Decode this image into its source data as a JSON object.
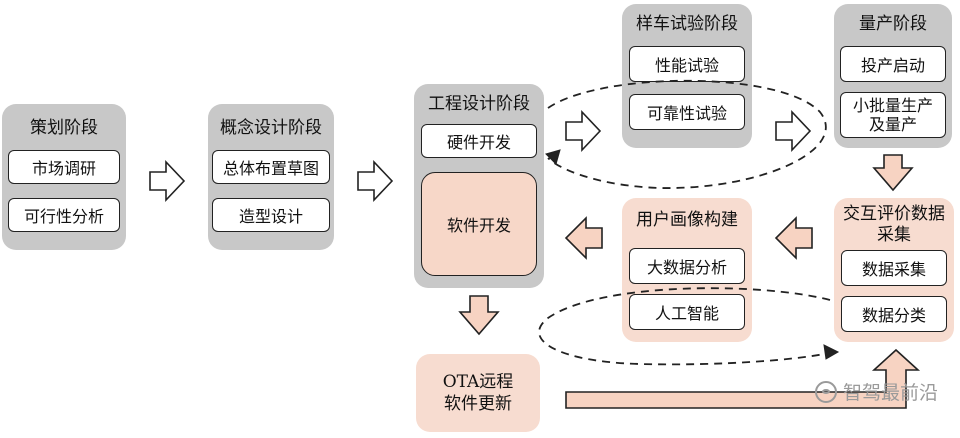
{
  "stages": {
    "planning": {
      "title": "策划阶段",
      "items": [
        "市场调研",
        "可行性分析"
      ]
    },
    "concept": {
      "title": "概念设计阶段",
      "items": [
        "总体布置草图",
        "造型设计"
      ]
    },
    "engineering": {
      "title": "工程设计阶段",
      "items": [
        "硬件开发",
        "软件开发"
      ]
    },
    "prototype": {
      "title": "样车试验阶段",
      "items": [
        "性能试验",
        "可靠性试验"
      ]
    },
    "mass_production": {
      "title": "量产阶段",
      "items": [
        "投产启动",
        "小批量生产及量产"
      ]
    },
    "user_profile": {
      "title": "用户画像构建",
      "items": [
        "大数据分析",
        "人工智能"
      ]
    },
    "interaction": {
      "title": "交互评价数据采集",
      "items": [
        "数据采集",
        "数据分类"
      ]
    },
    "ota": {
      "label": "OTA远程软件更新"
    }
  },
  "watermark": {
    "text": "智驾最前沿",
    "icon": "wechat-icon"
  },
  "colors": {
    "gray_group": "#c8c8c8",
    "pink_group": "#f7dcd0",
    "pink_box": "#f7d7c8",
    "arrow_fill": "#f7d3c2"
  }
}
